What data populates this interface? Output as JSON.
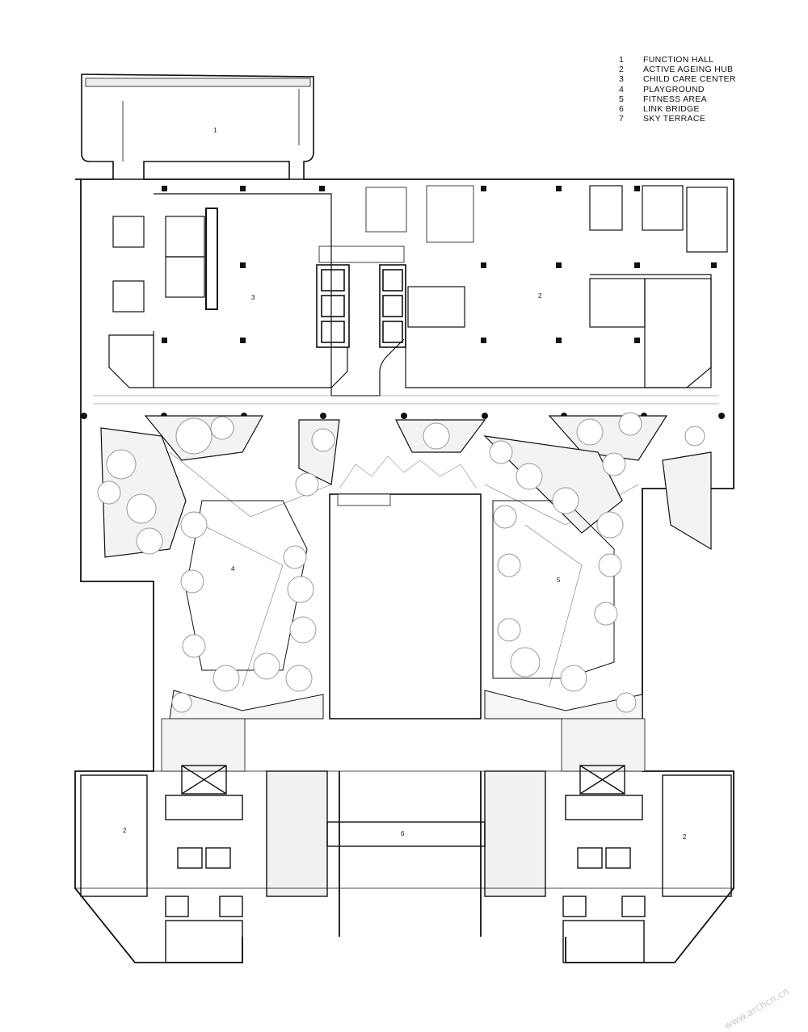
{
  "legend": [
    {
      "num": "1",
      "label": "FUNCTION HALL"
    },
    {
      "num": "2",
      "label": "ACTIVE AGEING HUB"
    },
    {
      "num": "3",
      "label": "CHILD CARE CENTER"
    },
    {
      "num": "4",
      "label": "PLAYGROUND"
    },
    {
      "num": "5",
      "label": "FITNESS AREA"
    },
    {
      "num": "6",
      "label": "LINK BRIDGE"
    },
    {
      "num": "7",
      "label": "SKY TERRACE"
    }
  ],
  "room_labels": {
    "function_hall": "1",
    "hub_upper": "2",
    "child_care": "3",
    "playground": "4",
    "fitness": "5",
    "link_bridge": "6",
    "hub_left": "2",
    "hub_right": "2"
  },
  "watermark": "www.archcn.cn",
  "colors": {
    "line": "#111111",
    "hatch": "#9a9a9a",
    "tree": "#b5b5b5"
  }
}
